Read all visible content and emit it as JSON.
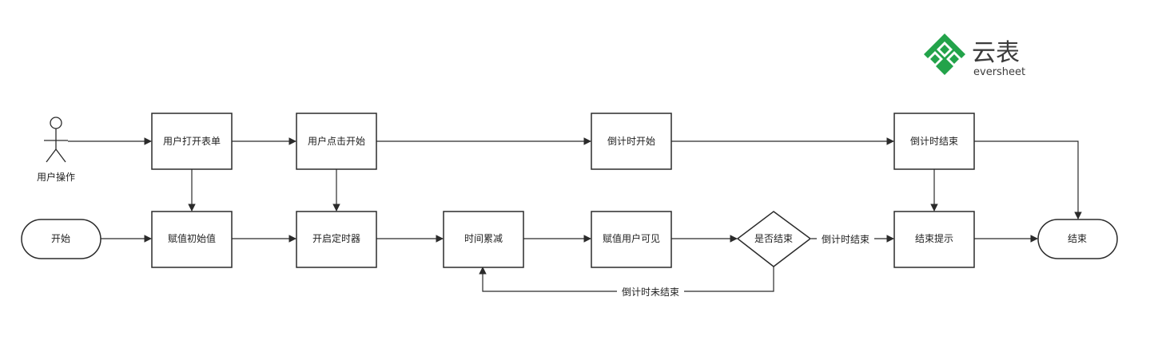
{
  "logo": {
    "name": "云表",
    "subtitle": "eversheet",
    "color": "#23a34a"
  },
  "actor": {
    "label": "用户操作"
  },
  "nodes": {
    "start": "开始",
    "open_form": "用户打开表单",
    "click_start": "用户点击开始",
    "countdown_start": "倒计时开始",
    "countdown_end_top": "倒计时结束",
    "assign_initial": "赋值初始值",
    "start_timer": "开启定时器",
    "time_decrement": "时间累减",
    "assign_visible": "赋值用户可见",
    "is_finished": "是否结束",
    "end_prompt": "结束提示",
    "end": "结束"
  },
  "edge_labels": {
    "finished": "倒计时结束",
    "not_finished": "倒计时未结束"
  }
}
